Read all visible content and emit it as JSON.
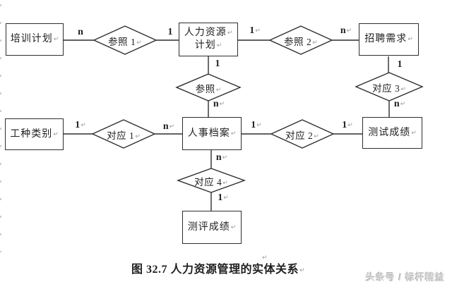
{
  "diagram": {
    "caption": "图 32.7  人力资源管理的实体关系",
    "watermark": "头条号 / 标杆精益",
    "return_mark": "↵",
    "entities": [
      {
        "id": "training-plan",
        "label": "培训计划"
      },
      {
        "id": "hr-plan",
        "label": "人力资源计划",
        "label_lines": [
          "人力资源",
          "计划"
        ]
      },
      {
        "id": "recruit-demand",
        "label": "招聘需求"
      },
      {
        "id": "job-category",
        "label": "工种类别"
      },
      {
        "id": "personnel-file",
        "label": "人事档案"
      },
      {
        "id": "test-score",
        "label": "测试成绩"
      },
      {
        "id": "evaluation-score",
        "label": "测评成绩"
      }
    ],
    "relationships": [
      {
        "id": "refer-1",
        "label": "参照 1"
      },
      {
        "id": "refer-2",
        "label": "参照 2"
      },
      {
        "id": "refer",
        "label": "参照"
      },
      {
        "id": "correspond-3",
        "label": "对应 3"
      },
      {
        "id": "correspond-1",
        "label": "对应 1"
      },
      {
        "id": "correspond-2",
        "label": "对应 2"
      },
      {
        "id": "correspond-4",
        "label": "对应 4"
      }
    ],
    "cardinalities": [
      "n",
      "1",
      "1",
      "n",
      "1",
      "n",
      "1",
      "n",
      "1",
      "n",
      "1",
      "1",
      "n",
      "1"
    ]
  }
}
